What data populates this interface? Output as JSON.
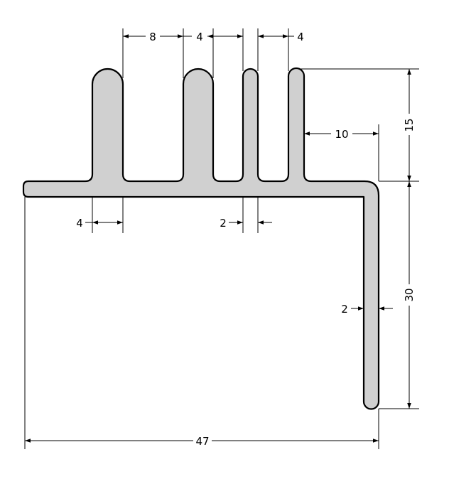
{
  "drawing": {
    "type": "heatsink profile cross-section",
    "fill_color": "#d0d0d0",
    "outline_color": "#000000",
    "dimensions": {
      "fin_gap_left": "8",
      "fin_gap_mid": "4",
      "fin_gap_right": "4",
      "fin_height": "15",
      "fin_offset": "10",
      "fin_width_wide": "4",
      "fin_width_thin": "2",
      "leg_thickness": "2",
      "leg_height": "30",
      "total_width": "47"
    }
  }
}
